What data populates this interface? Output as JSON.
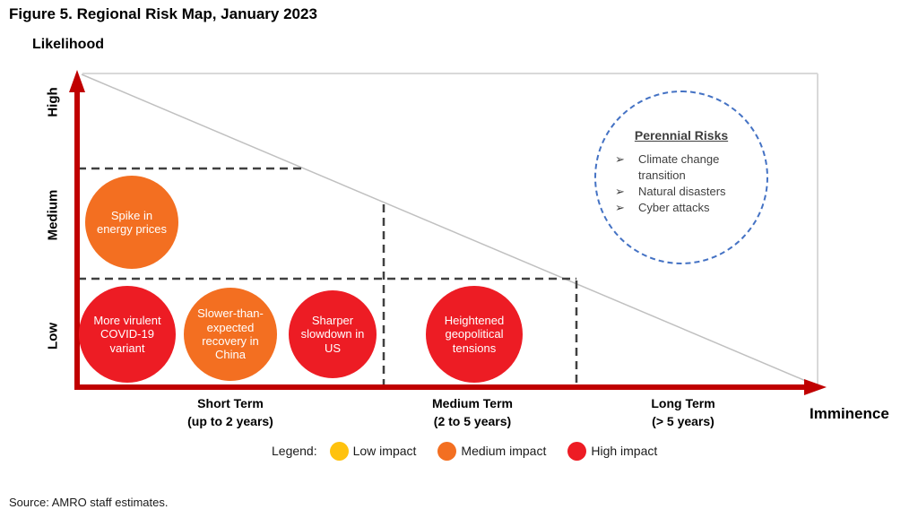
{
  "figure": {
    "title": "Figure 5. Regional Risk Map, January 2023",
    "source": "Source: AMRO staff estimates."
  },
  "axes": {
    "y_axis_label": "Likelihood",
    "x_axis_label": "Imminence",
    "y_ticks": {
      "high": "High",
      "medium": "Medium",
      "low": "Low"
    },
    "x_ticks": {
      "short": "Short Term\n(up to 2 years)",
      "medium": "Medium Term\n(2 to 5 years)",
      "long": "Long Term\n(> 5 years)"
    }
  },
  "bubbles": {
    "energy": {
      "label": "Spike in\nenergy prices",
      "impact": "Medium impact",
      "color": "#F36F21"
    },
    "covid": {
      "label": "More virulent\nCOVID-19\nvariant",
      "impact": "High impact",
      "color": "#ED1C24"
    },
    "china": {
      "label": "Slower-than-\nexpected\nrecovery in\nChina",
      "impact": "Medium impact",
      "color": "#F36F21"
    },
    "us": {
      "label": "Sharper\nslowdown in\nUS",
      "impact": "High impact",
      "color": "#ED1C24"
    },
    "geopolitical": {
      "label": "Heightened\ngeopolitical\ntensions",
      "impact": "High impact",
      "color": "#ED1C24"
    }
  },
  "perennial": {
    "title": "Perennial Risks",
    "bullet": "➢",
    "items": [
      "Climate change transition",
      "Natural disasters",
      "Cyber attacks"
    ]
  },
  "legend": {
    "label": "Legend:",
    "items": [
      {
        "label": "Low impact",
        "color": "#FFC20E"
      },
      {
        "label": "Medium impact",
        "color": "#F36F21"
      },
      {
        "label": "High impact",
        "color": "#ED1C24"
      }
    ]
  },
  "colors": {
    "axis_red": "#C00000",
    "dashed_gray": "#404040",
    "perennial_border_blue": "#4472C4",
    "diagonal_gray": "#C0C0C0",
    "frame_gray": "#D9D9D9",
    "low_impact": "#FFC20E",
    "medium_impact": "#F36F21",
    "high_impact": "#ED1C24"
  },
  "chart_data": {
    "type": "scatter",
    "title": "Figure 5. Regional Risk Map, January 2023",
    "xlabel": "Imminence",
    "ylabel": "Likelihood",
    "x_categories": [
      "Short Term (up to 2 years)",
      "Medium Term (2 to 5 years)",
      "Long Term (> 5 years)"
    ],
    "y_categories": [
      "Low",
      "Medium",
      "High"
    ],
    "legend_entries": [
      "Low impact",
      "Medium impact",
      "High impact"
    ],
    "legend_position": "bottom",
    "grid": "dashed region separators plus diagonal likelihood/imminence frontier",
    "points": [
      {
        "label": "Spike in energy prices",
        "imminence": "Short Term",
        "likelihood": "Medium",
        "impact": "Medium impact"
      },
      {
        "label": "More virulent COVID-19 variant",
        "imminence": "Short Term",
        "likelihood": "Low",
        "impact": "High impact"
      },
      {
        "label": "Slower-than-expected recovery in China",
        "imminence": "Short Term",
        "likelihood": "Low",
        "impact": "Medium impact"
      },
      {
        "label": "Sharper slowdown in US",
        "imminence": "Short Term",
        "likelihood": "Low",
        "impact": "High impact"
      },
      {
        "label": "Heightened geopolitical tensions",
        "imminence": "Medium Term",
        "likelihood": "Low",
        "impact": "High impact"
      }
    ],
    "perennial_risks": [
      "Climate change transition",
      "Natural disasters",
      "Cyber attacks"
    ],
    "source": "Source: AMRO staff estimates."
  }
}
